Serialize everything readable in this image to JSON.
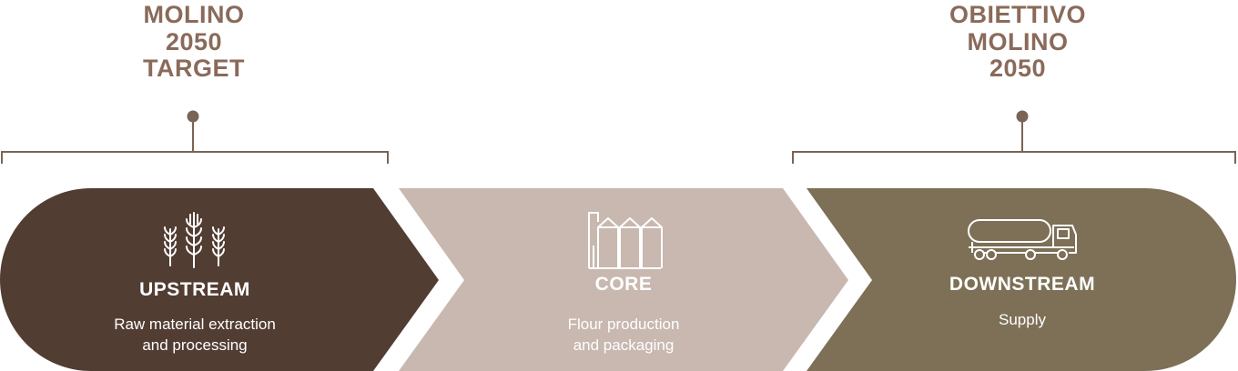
{
  "targets": {
    "left": "MOLINO\n2050\nTARGET",
    "right": "OBIETTIVO\nMOLINO\n2050"
  },
  "stages": {
    "upstream": {
      "label": "UPSTREAM",
      "description": "Raw material extraction\nand processing",
      "icon": "wheat-icon",
      "color": "#523d33"
    },
    "core": {
      "label": "CORE",
      "description": "Flour production\nand packaging",
      "icon": "silo-icon",
      "color": "#c8b8b0"
    },
    "downstream": {
      "label": "DOWNSTREAM",
      "description": "Supply",
      "icon": "tanker-truck-icon",
      "color": "#7d7056"
    }
  },
  "colors": {
    "accent": "#8a6a5a",
    "bracket": "#7a6456"
  }
}
